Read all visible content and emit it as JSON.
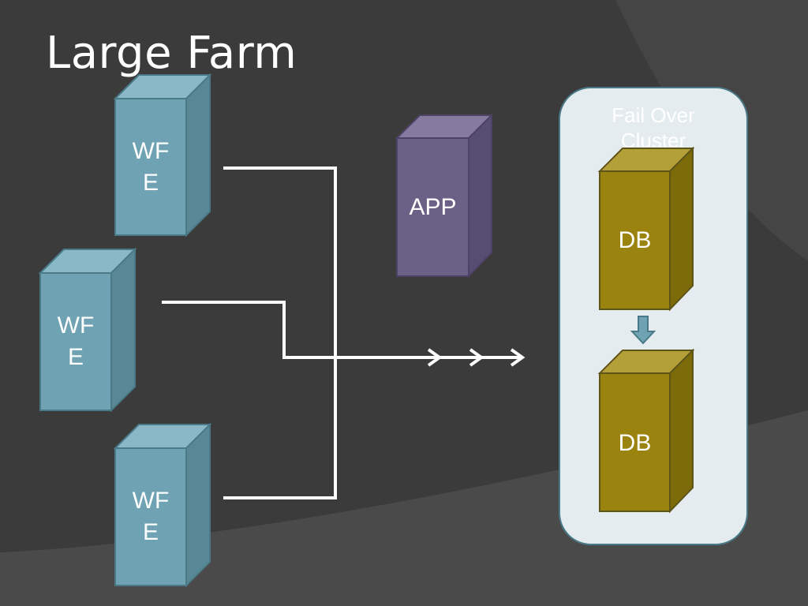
{
  "slide": {
    "title": "Large Farm"
  },
  "servers": {
    "wfe_top": "WF\nE",
    "wfe_middle": "WF\nE",
    "wfe_bottom": "WF\nE",
    "app": "APP"
  },
  "cluster": {
    "label": "Fail Over Cluster",
    "db_primary": "DB",
    "db_secondary": "DB"
  },
  "colors": {
    "background": "#3b3b3b",
    "wfe_front": "#6fa3b3",
    "app_front": "#6b6085",
    "db_front": "#9a840f",
    "cluster_panel": "#e4ecef",
    "connector": "#ffffff"
  }
}
